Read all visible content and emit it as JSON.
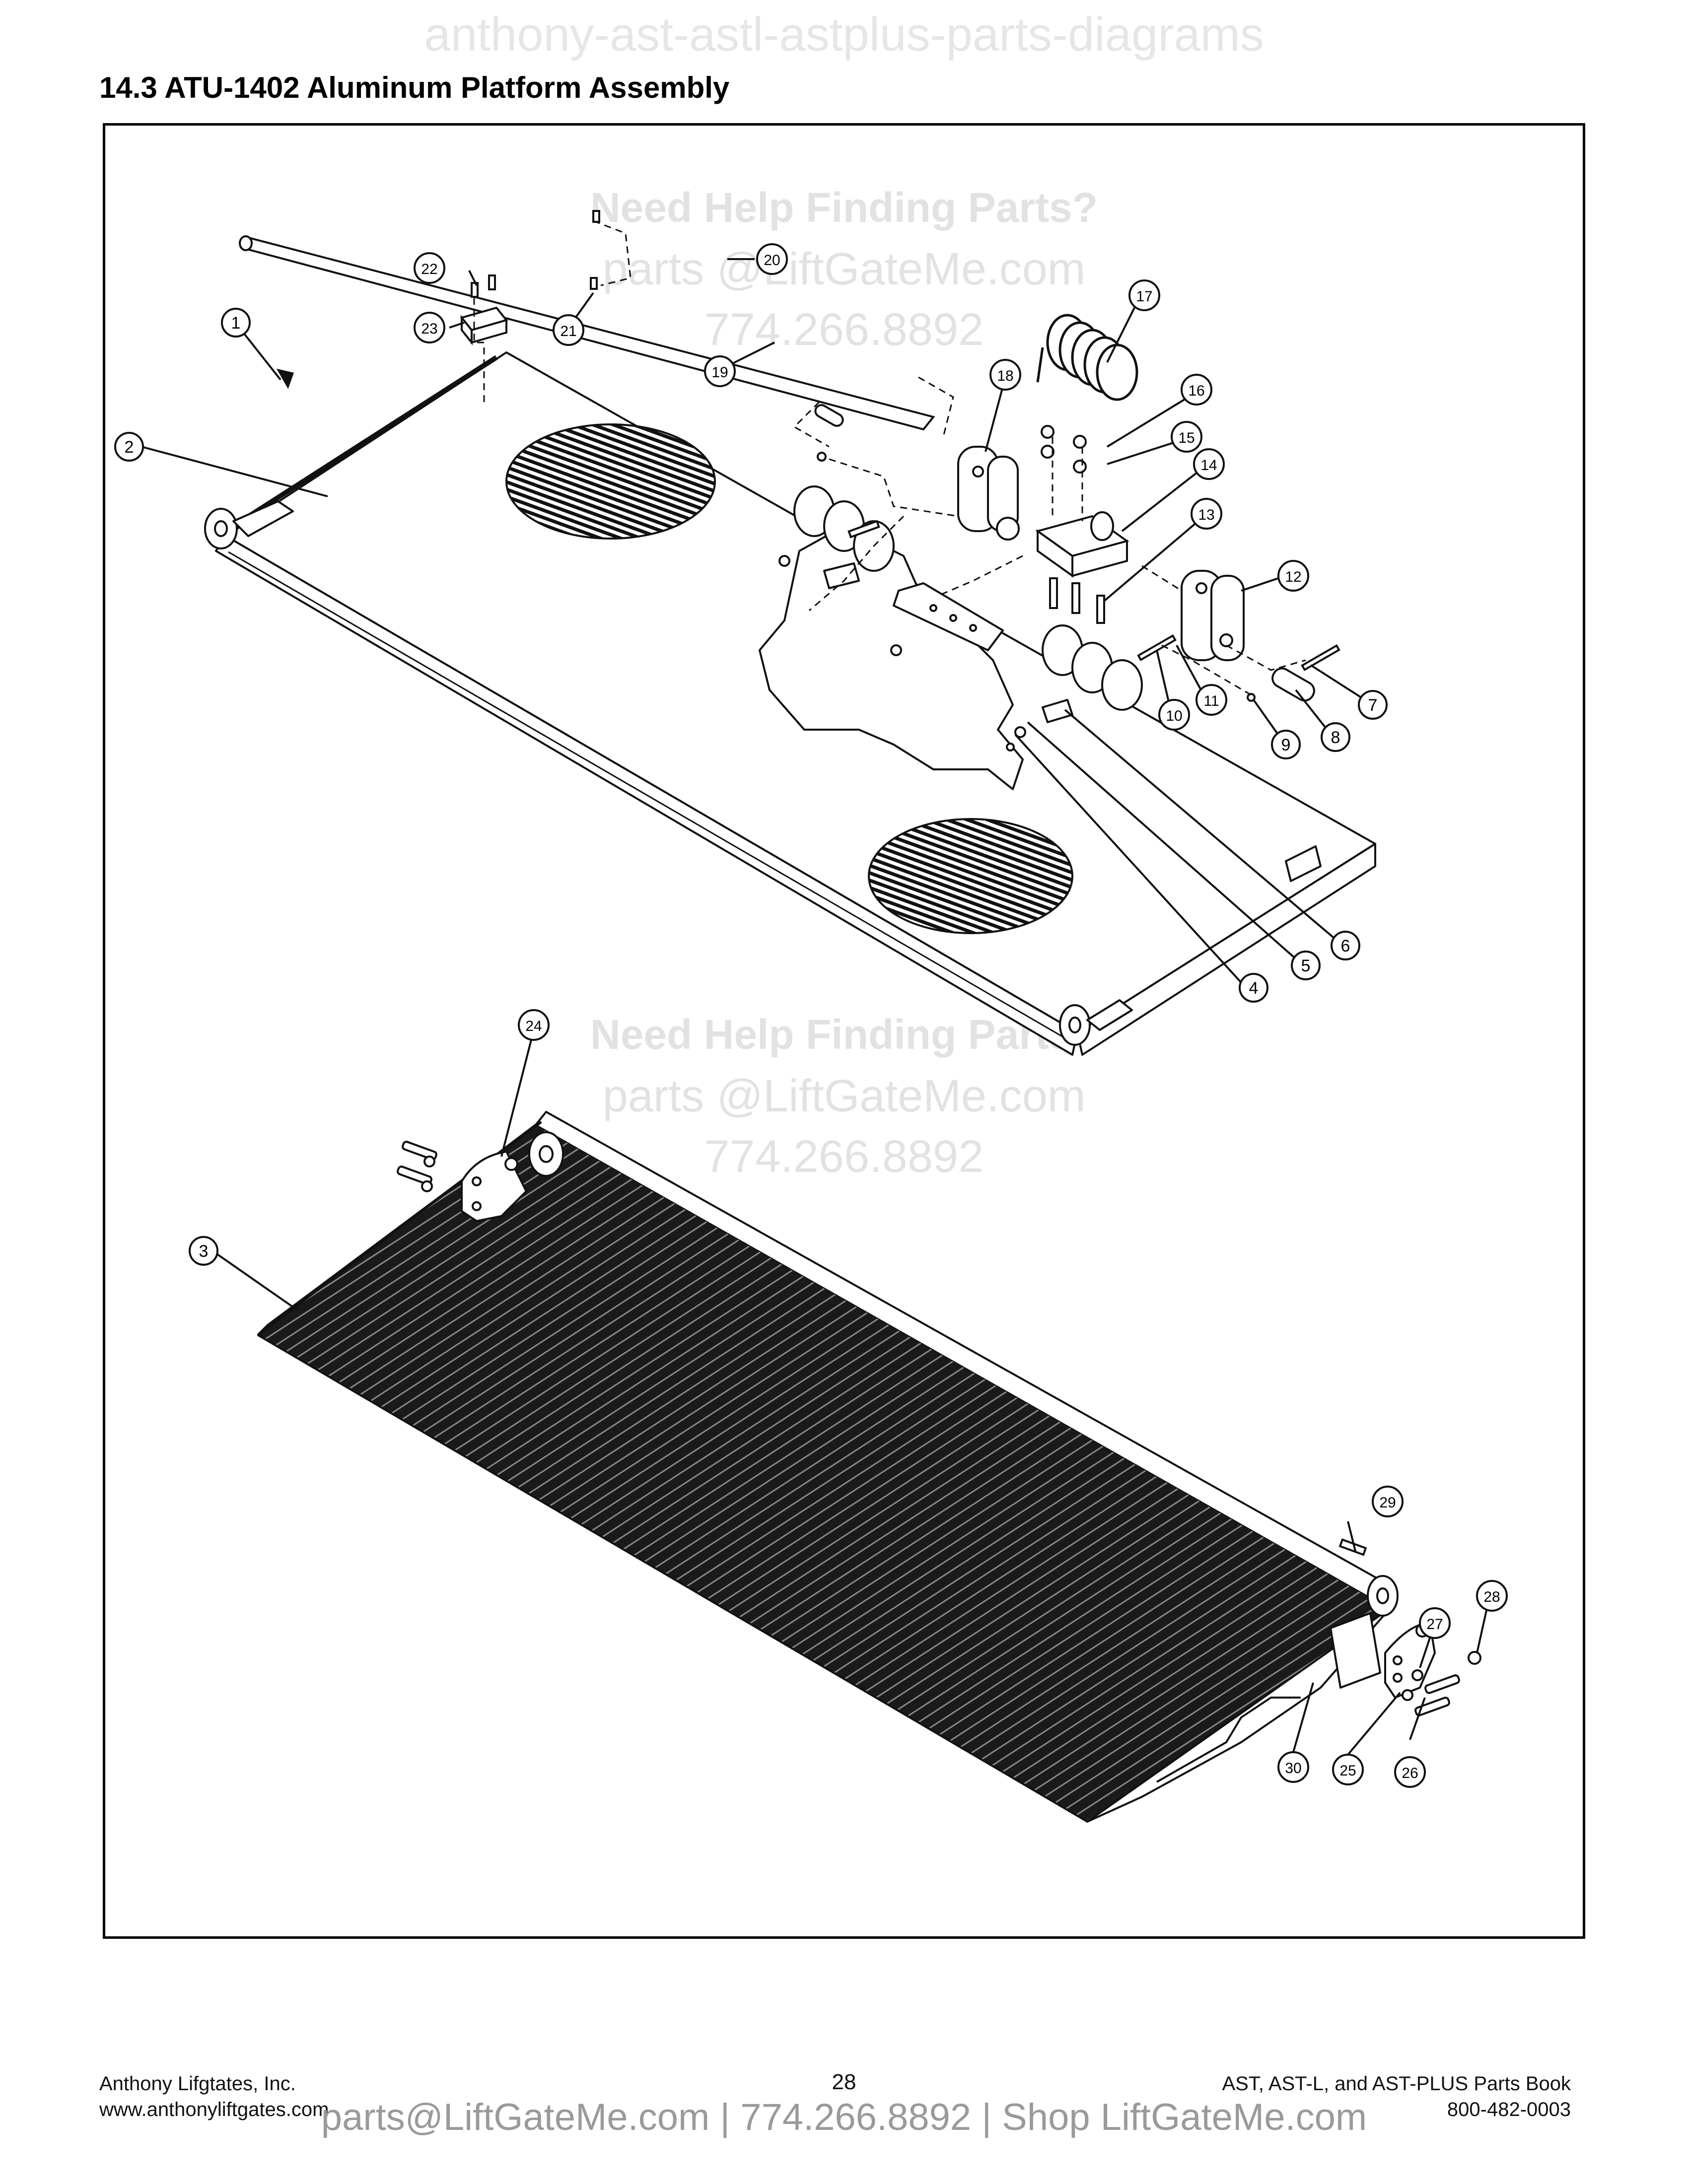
{
  "header": {
    "watermark": "anthony-ast-astl-astplus-parts-diagrams",
    "title": "14.3  ATU-1402 Aluminum Platform Assembly"
  },
  "watermarks": {
    "upper": {
      "line1": "Need Help Finding Parts?",
      "line2": "parts @LiftGateMe.com",
      "line3": "774.266.8892"
    },
    "lower": {
      "line1": "Need Help Finding Parts?",
      "line2": "parts @LiftGateMe.com",
      "line3": "774.266.8892"
    }
  },
  "callouts": [
    "1",
    "2",
    "3",
    "4",
    "5",
    "6",
    "7",
    "8",
    "9",
    "10",
    "11",
    "12",
    "13",
    "14",
    "15",
    "16",
    "17",
    "18",
    "19",
    "20",
    "21",
    "22",
    "23",
    "24",
    "25",
    "26",
    "27",
    "28",
    "29",
    "30"
  ],
  "footer": {
    "company": "Anthony Lifgtates, Inc.",
    "website": "www.anthonyliftgates.com",
    "page_number": "28",
    "book_title": "AST, AST-L, and AST-PLUS Parts Book",
    "phone": "800-482-0003",
    "shop_banner": "parts@LiftGateMe.com | 774.266.8892 | Shop LiftGateMe.com"
  }
}
